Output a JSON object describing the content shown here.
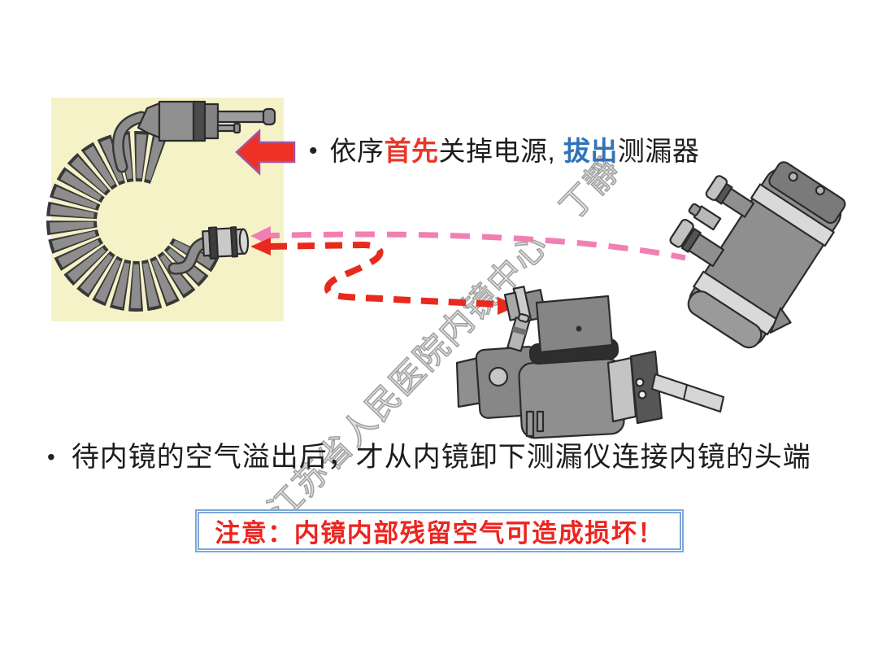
{
  "slide": {
    "step1": {
      "marker": "•",
      "segments": [
        {
          "text": "依序"
        },
        {
          "text": "首先",
          "emphasis": "red"
        },
        {
          "text": "关掉电源, "
        },
        {
          "text": "拔出",
          "emphasis": "blue"
        },
        {
          "text": "测漏器"
        }
      ]
    },
    "step2": {
      "marker": "•",
      "text": "待内镜的空气溢出后，才从内镜卸下测漏仪连接内镜的头端"
    },
    "note": {
      "text": "注意：内镜内部残留空气可造成损坏！"
    },
    "watermark": {
      "text": "江苏省人民医院内镜中心　丁靜"
    }
  },
  "colors": {
    "accent-red": "#E8382B",
    "accent-blue": "#2F74B8",
    "note-text": "#ED2420",
    "note-border": "#7FA8D9",
    "arrow-fill": "#EE3124",
    "arrow-outline": "#A455A3",
    "dash-pink": "#F07FB4",
    "dash-red": "#E82A1E",
    "panel-yellow": "#F5F2C8",
    "watermark": "#9B9B9B",
    "ink": "#1C1C1C"
  }
}
